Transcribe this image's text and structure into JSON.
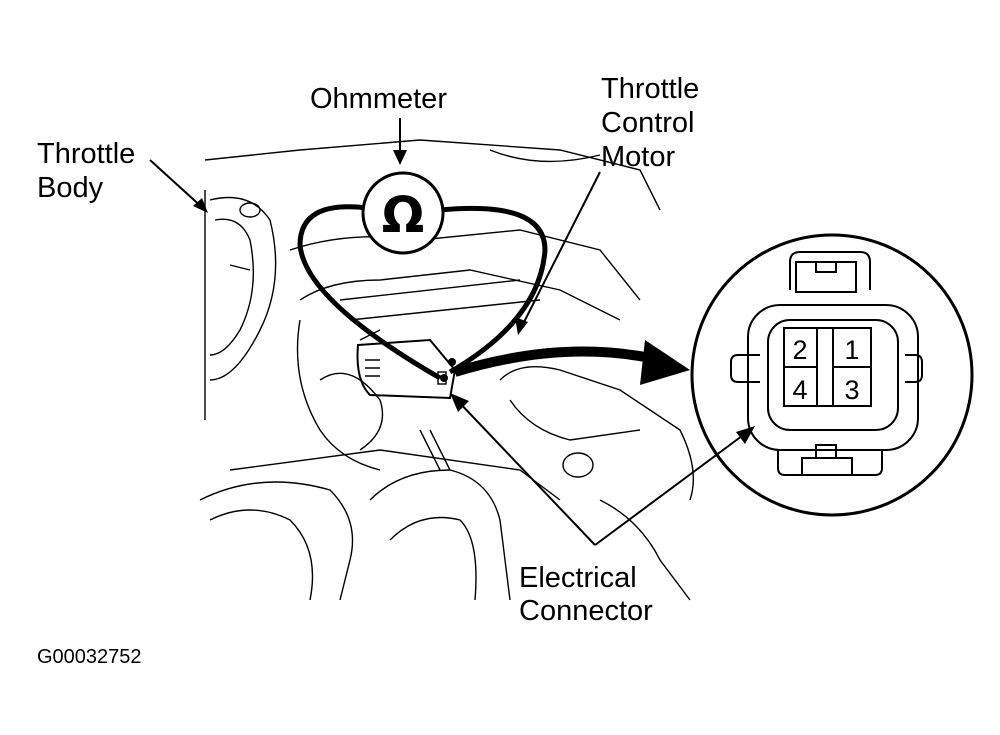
{
  "labels": {
    "ohmmeter": "Ohmmeter",
    "throttle_body": [
      "Throttle",
      "Body"
    ],
    "throttle_control_motor": [
      "Throttle",
      "Control",
      "Motor"
    ],
    "electrical_connector": [
      "Electrical",
      "Connector"
    ],
    "ohm_symbol": "Ω"
  },
  "connector_pins": [
    "2",
    "1",
    "4",
    "3"
  ],
  "figure_id": "G00032752"
}
